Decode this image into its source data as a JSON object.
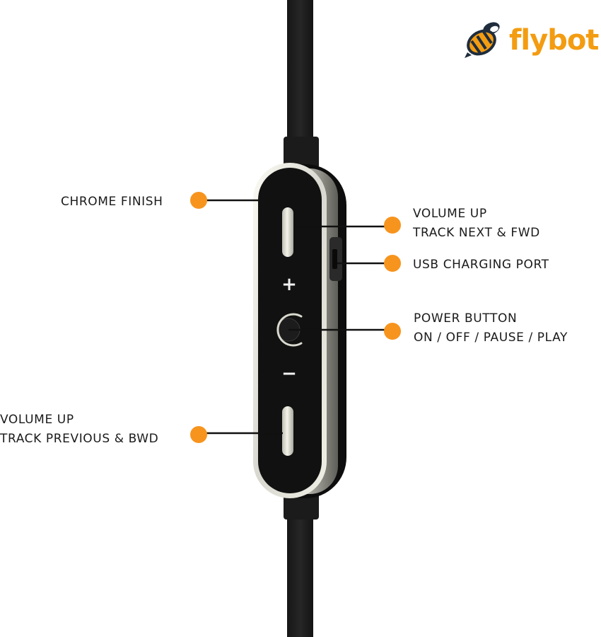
{
  "brand": {
    "name": "flybot",
    "color": "#f39c12",
    "accent": "#1f2d3d"
  },
  "colors": {
    "callout_dot": "#f7941d",
    "cable": "#1e1e1e",
    "remote_face": "#111111",
    "chrome": "#c9c9c4"
  },
  "remote": {
    "plus_symbol": "+",
    "minus_symbol": "−"
  },
  "callouts": {
    "chrome_finish": {
      "line1": "CHROME FINISH"
    },
    "volume_up_next": {
      "line1": "VOLUME UP",
      "line2": "TRACK NEXT & FWD"
    },
    "usb_port": {
      "line1": "USB CHARGING PORT"
    },
    "power_button": {
      "line1": "POWER BUTTON",
      "line2": "ON / OFF / PAUSE / PLAY"
    },
    "volume_up_prev": {
      "line1": "VOLUME UP",
      "line2": "TRACK PREVIOUS & BWD"
    }
  }
}
